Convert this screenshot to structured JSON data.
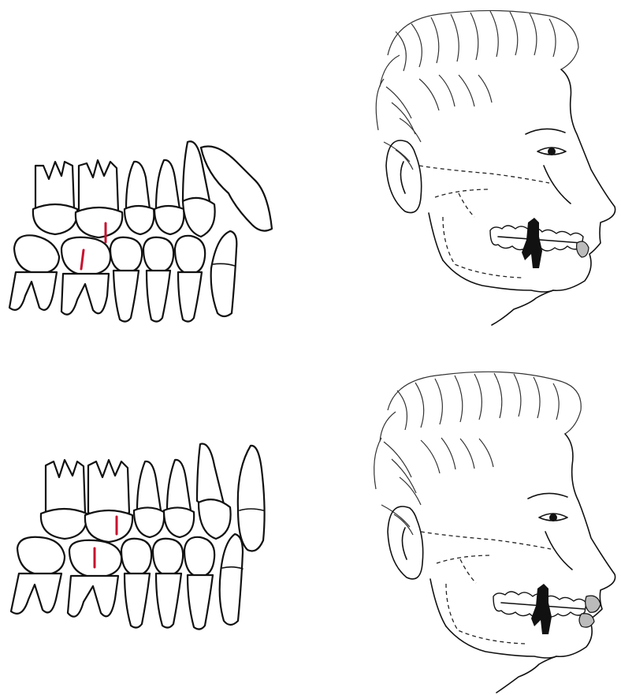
{
  "colors": {
    "outline": "#111111",
    "molar_marker": "#c8102e",
    "background": "#ffffff",
    "dark_tooth": "#111111",
    "shaded_tooth": "#bbbbbb"
  },
  "panels": [
    {
      "id": "dentition-top",
      "kind": "dental-arch-lateral-view",
      "markers": 2
    },
    {
      "id": "profile-top",
      "kind": "head-profile-with-occlusion"
    },
    {
      "id": "dentition-bottom",
      "kind": "dental-arch-lateral-view",
      "markers": 2
    },
    {
      "id": "profile-bottom",
      "kind": "head-profile-with-occlusion"
    }
  ]
}
